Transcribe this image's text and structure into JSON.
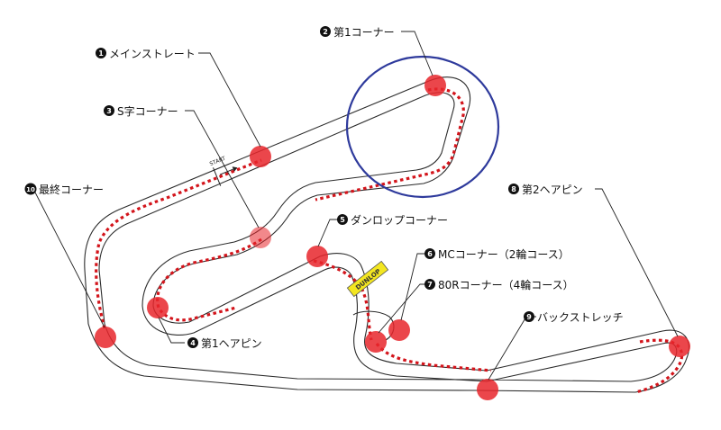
{
  "labels": {
    "l1": {
      "num": "1",
      "text": "メインストレート"
    },
    "l2": {
      "num": "2",
      "text": "第1コーナー"
    },
    "l3": {
      "num": "3",
      "text": "S字コーナー"
    },
    "l4": {
      "num": "4",
      "text": "第1ヘアピン"
    },
    "l5": {
      "num": "5",
      "text": "ダンロップコーナー"
    },
    "l6": {
      "num": "6",
      "text": "MCコーナー（2輪コース）"
    },
    "l7": {
      "num": "7",
      "text": "80Rコーナー（4輪コース）"
    },
    "l8": {
      "num": "8",
      "text": "第2ヘアピン"
    },
    "l9": {
      "num": "9",
      "text": "バックストレッチ"
    },
    "l10": {
      "num": "10",
      "text": "最終コーナー"
    }
  },
  "markers": {
    "start": "START",
    "sponsor": "DUNLOP"
  },
  "colors": {
    "racing_line": "#d3141b",
    "highlight_spot": "#e8262c",
    "focus_circle": "#2e3a9c",
    "track_outline": "#2b2b2b",
    "dunlop_banner": "#f3e621"
  }
}
